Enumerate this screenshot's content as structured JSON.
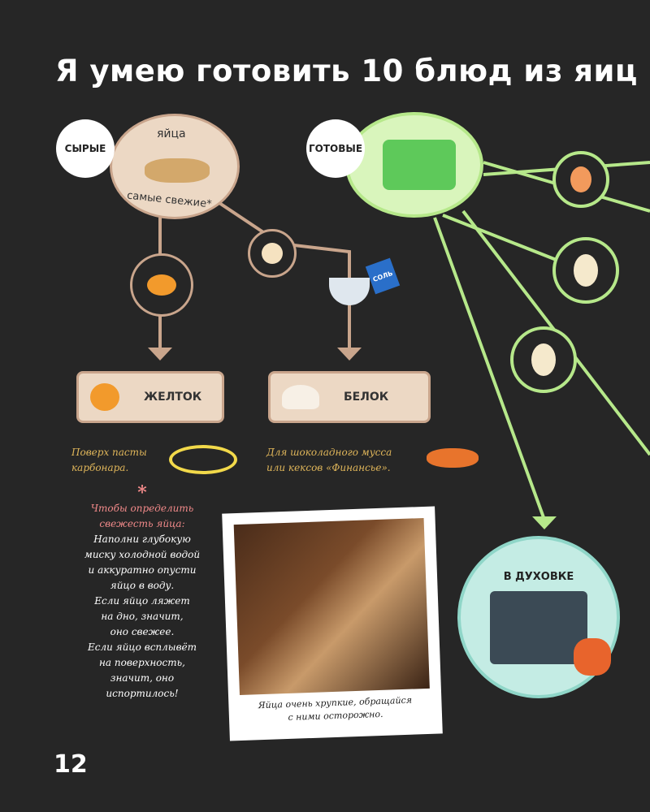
{
  "title": "Я умею готовить 10 блюд из яиц",
  "raw": {
    "badge": "СЫРЫЕ",
    "top": "яйца",
    "bottom": "самые свежие*"
  },
  "cooked": {
    "badge": "ГОТОВЫЕ"
  },
  "yolk": {
    "label": "ЖЕЛТОК",
    "note": [
      "Поверх пасты",
      "карбонара."
    ]
  },
  "white": {
    "label": "БЕЛОК",
    "note": [
      "Для шоколадного мусса",
      "или кексов «Финансье»."
    ],
    "salt": "СОЛЬ"
  },
  "tip": {
    "star": "*",
    "heading": [
      "Чтобы определить",
      "свежесть яйца:"
    ],
    "lines": [
      "Наполни глубокую",
      "миску холодной водой",
      "и аккуратно опусти",
      "яйцо в воду.",
      "Если яйцо ляжет",
      "на дно, значит,",
      "оно свежее.",
      "Если яйцо всплывёт",
      "на поверхность,",
      "значит, оно",
      "испортилось!"
    ]
  },
  "photo": {
    "caption": [
      "Яйца очень хрупкие, обращайся",
      "с ними осторожно."
    ]
  },
  "oven": {
    "label": "В ДУХОВКЕ"
  },
  "page_number": "12"
}
